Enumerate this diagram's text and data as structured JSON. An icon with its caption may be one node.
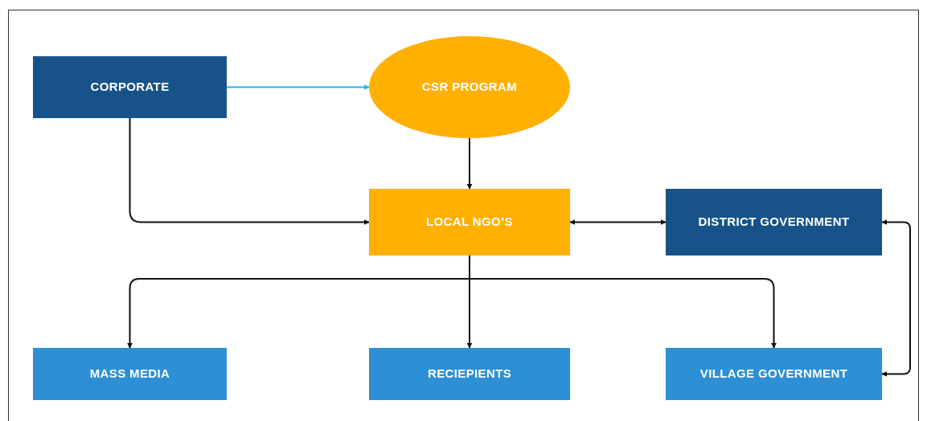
{
  "diagram": {
    "nodes": [
      {
        "text": [
          "CORPORATE"
        ]
      },
      {
        "text": [
          "CSR PROGRAM"
        ]
      },
      {
        "text": [
          "LOCAL NGO’S"
        ]
      },
      {
        "text": [
          "DISTRICT GOVERNMENT"
        ]
      },
      {
        "text": [
          "MASS MEDIA"
        ]
      },
      {
        "text": [
          "RECIEPIENTS"
        ]
      },
      {
        "text": [
          "VILLAGE GOVERNMENT"
        ]
      }
    ],
    "edges": [
      {
        "from": 0,
        "to": 1,
        "arrow": "to",
        "color": "#29b6e8"
      },
      {
        "from": 1,
        "to": 2,
        "arrow": "to"
      },
      {
        "from": 0,
        "to": 2,
        "arrow": "to"
      },
      {
        "from": 2,
        "to": 3,
        "arrow": "both"
      },
      {
        "from": 2,
        "to": 4,
        "arrow": "to"
      },
      {
        "from": 2,
        "to": 5,
        "arrow": "to"
      },
      {
        "from": 2,
        "to": 6,
        "arrow": "to"
      },
      {
        "from": 3,
        "to": 6,
        "arrow": "both"
      }
    ]
  }
}
